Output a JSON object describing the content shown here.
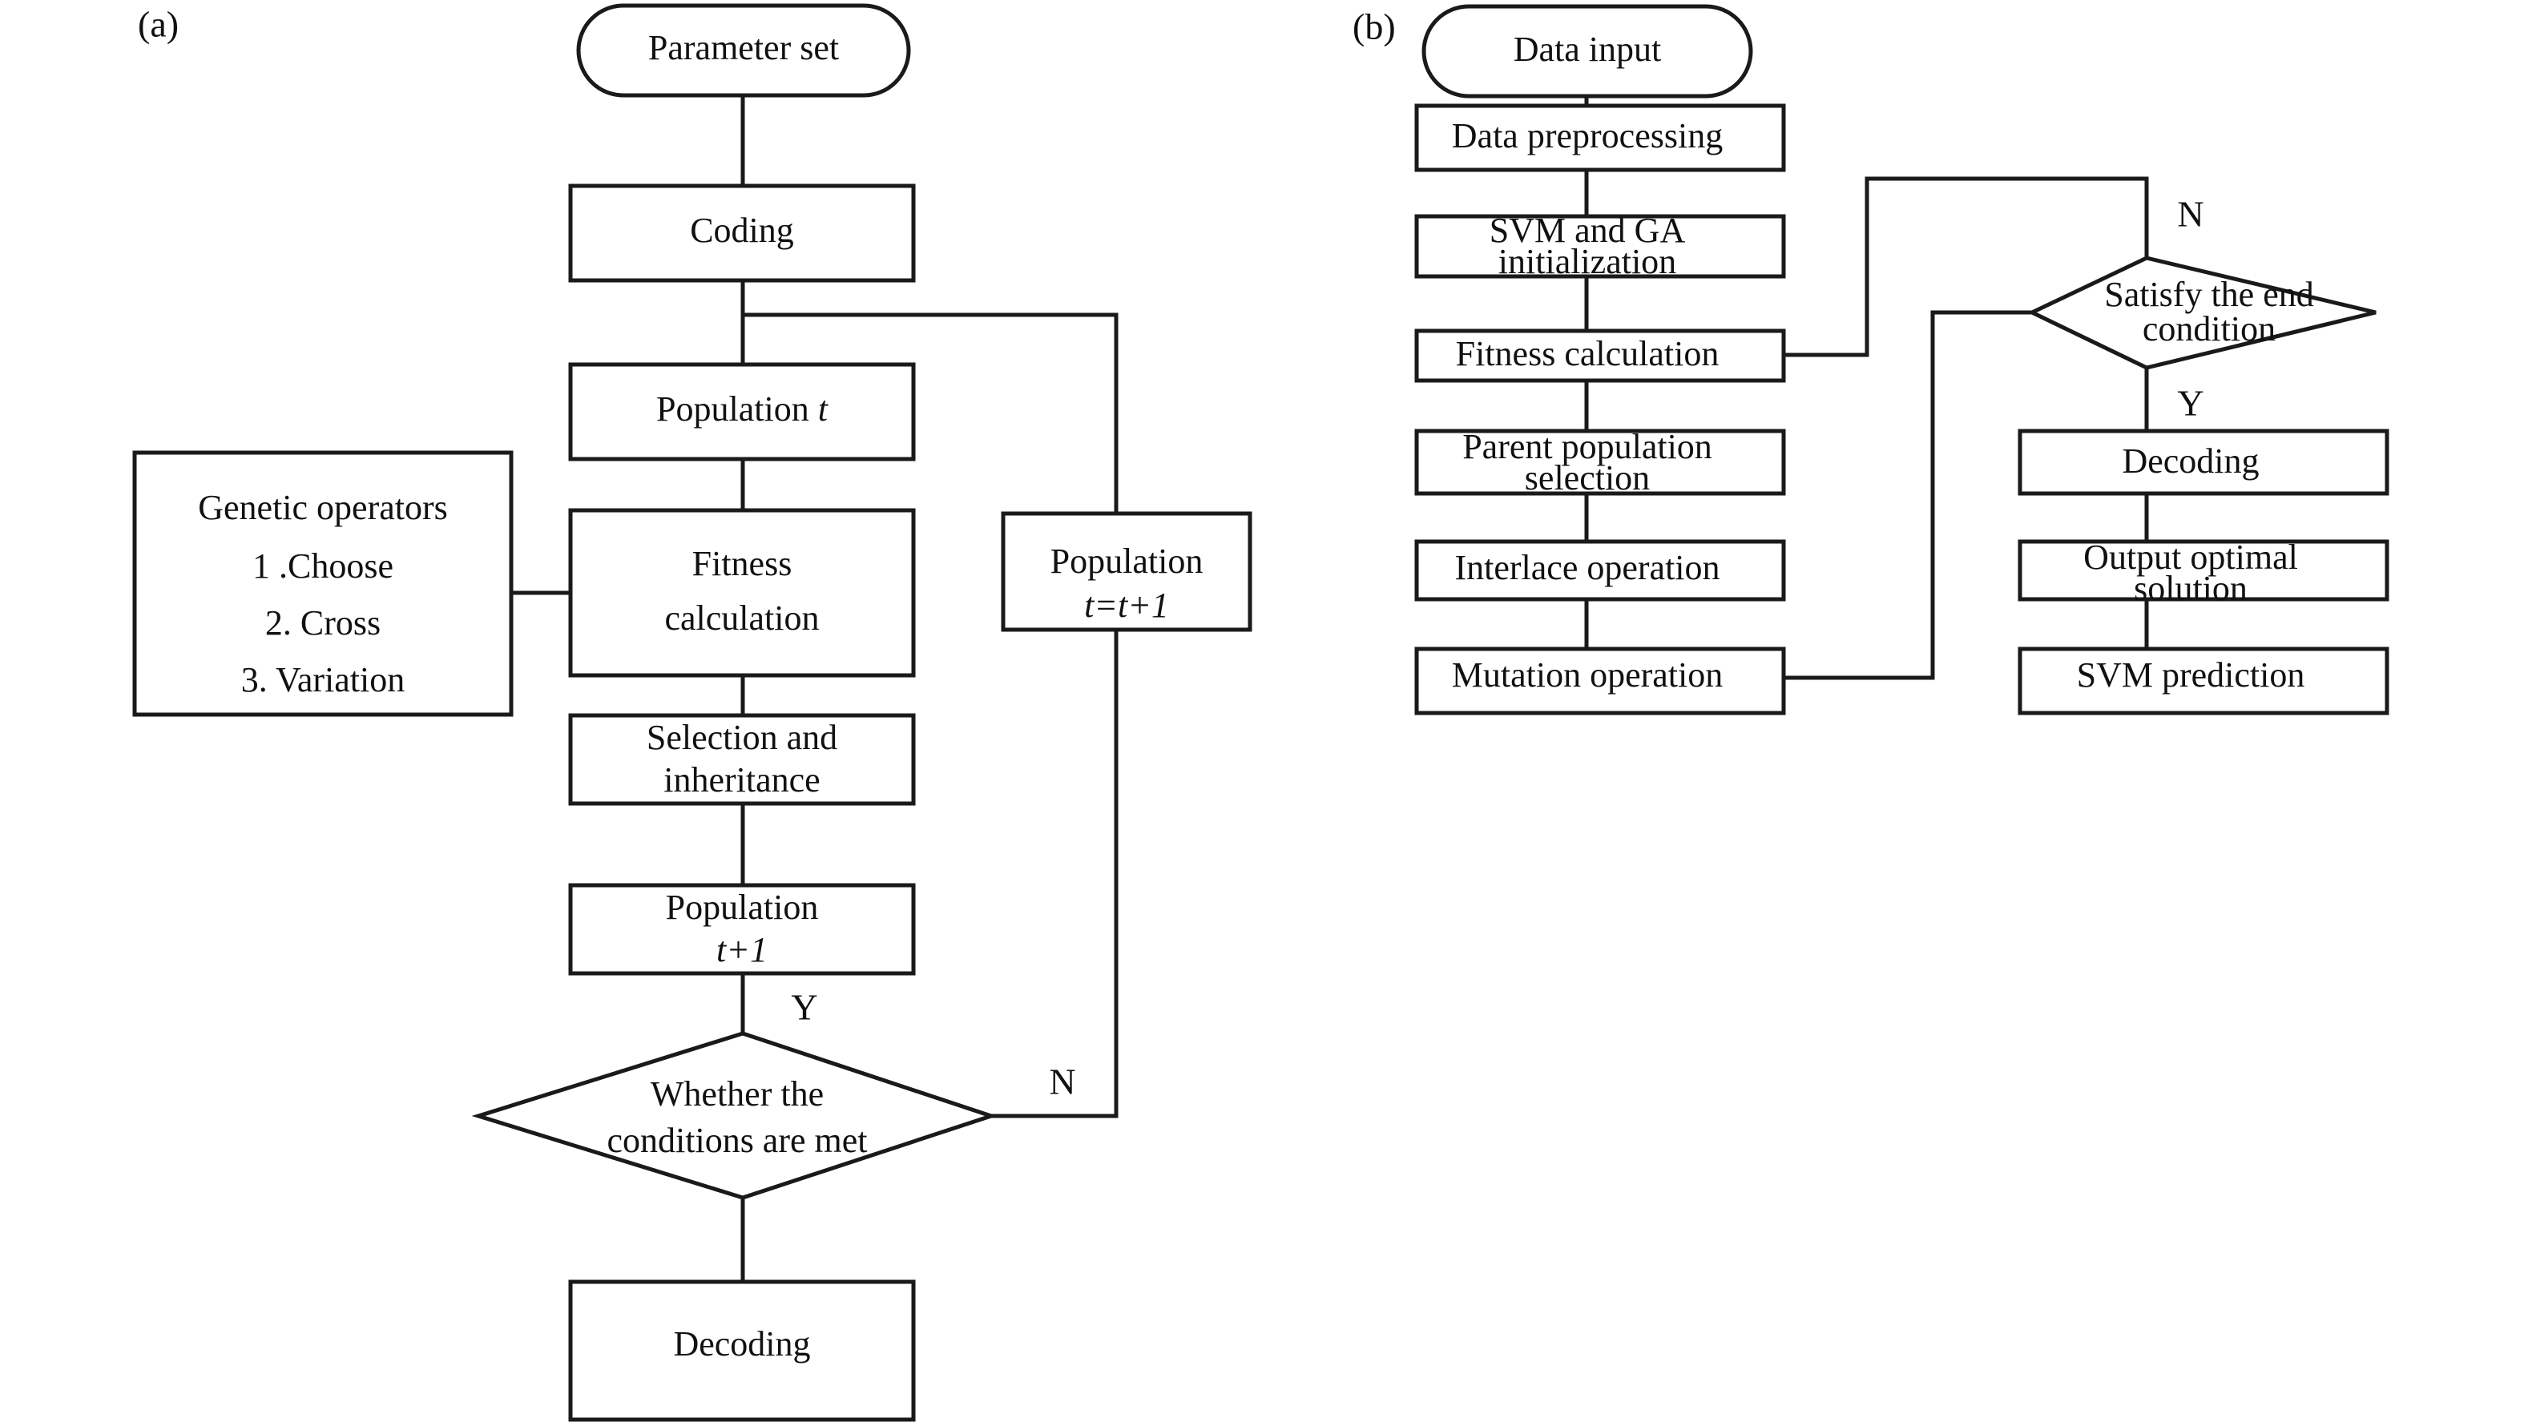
{
  "figure": {
    "panels": [
      {
        "tag": "(a)",
        "title_present": false,
        "nodes": [
          {
            "id": "a-parameter-set",
            "label": "Parameter set",
            "shape": "stadium"
          },
          {
            "id": "a-coding",
            "label": "Coding",
            "shape": "rect"
          },
          {
            "id": "a-population-t",
            "label": "Population t",
            "label_line1": "Population",
            "label_line2": "t",
            "shape": "rect"
          },
          {
            "id": "a-genetic-operators",
            "label_line1": "Genetic operators",
            "label_line2": "1 .Choose",
            "label_line3": "2. Cross",
            "label_line4": "3. Variation",
            "shape": "rect"
          },
          {
            "id": "a-fitness-calculation",
            "label_line1": "Fitness",
            "label_line2": "calculation",
            "shape": "rect"
          },
          {
            "id": "a-population-t-eq",
            "label_line1": "Population",
            "label_line2": "t=t+1",
            "shape": "rect"
          },
          {
            "id": "a-selection-inheritance",
            "label_line1": "Selection and",
            "label_line2": "inheritance",
            "shape": "rect"
          },
          {
            "id": "a-population-t-plus-1",
            "label_line1": "Population",
            "label_line2": "t+1",
            "shape": "rect"
          },
          {
            "id": "a-whether-conditions",
            "label_line1": "Whether the",
            "label_line2": "conditions are met",
            "shape": "diamond"
          },
          {
            "id": "a-decoding",
            "label": "Decoding",
            "shape": "rect"
          }
        ],
        "edge_labels": [
          {
            "id": "a-yes-label",
            "text": "Y"
          },
          {
            "id": "a-no-label",
            "text": "N"
          }
        ]
      },
      {
        "tag": "(b)",
        "title_present": false,
        "nodes": [
          {
            "id": "b-data-input",
            "label": "Data input",
            "shape": "stadium"
          },
          {
            "id": "b-data-preprocessing",
            "label": "Data preprocessing",
            "shape": "rect"
          },
          {
            "id": "b-svm-ga-init",
            "label_line1": "SVM and GA",
            "label_line2": "initialization",
            "shape": "rect"
          },
          {
            "id": "b-fitness-calculation",
            "label": "Fitness calculation",
            "shape": "rect"
          },
          {
            "id": "b-parent-population-selection",
            "label_line1": "Parent population",
            "label_line2": "selection",
            "shape": "rect"
          },
          {
            "id": "b-interlace-operation",
            "label": "Interlace operation",
            "shape": "rect"
          },
          {
            "id": "b-mutation-operation",
            "label": "Mutation operation",
            "shape": "rect"
          },
          {
            "id": "b-satisfy-end-condition",
            "label_line1": "Satisfy the end",
            "label_line2": "condition",
            "shape": "diamond"
          },
          {
            "id": "b-decoding",
            "label": "Decoding",
            "shape": "rect"
          },
          {
            "id": "b-output-optimal-solution",
            "label_line1": "Output optimal",
            "label_line2": "solution",
            "shape": "rect"
          },
          {
            "id": "b-svm-prediction",
            "label": "SVM prediction",
            "shape": "rect"
          }
        ],
        "edge_labels": [
          {
            "id": "b-no-label",
            "text": "N"
          },
          {
            "id": "b-yes-label",
            "text": "Y"
          }
        ]
      }
    ],
    "colors": {
      "stroke": "#1a1a1a",
      "fill": "#ffffff",
      "text": "#111111"
    }
  }
}
